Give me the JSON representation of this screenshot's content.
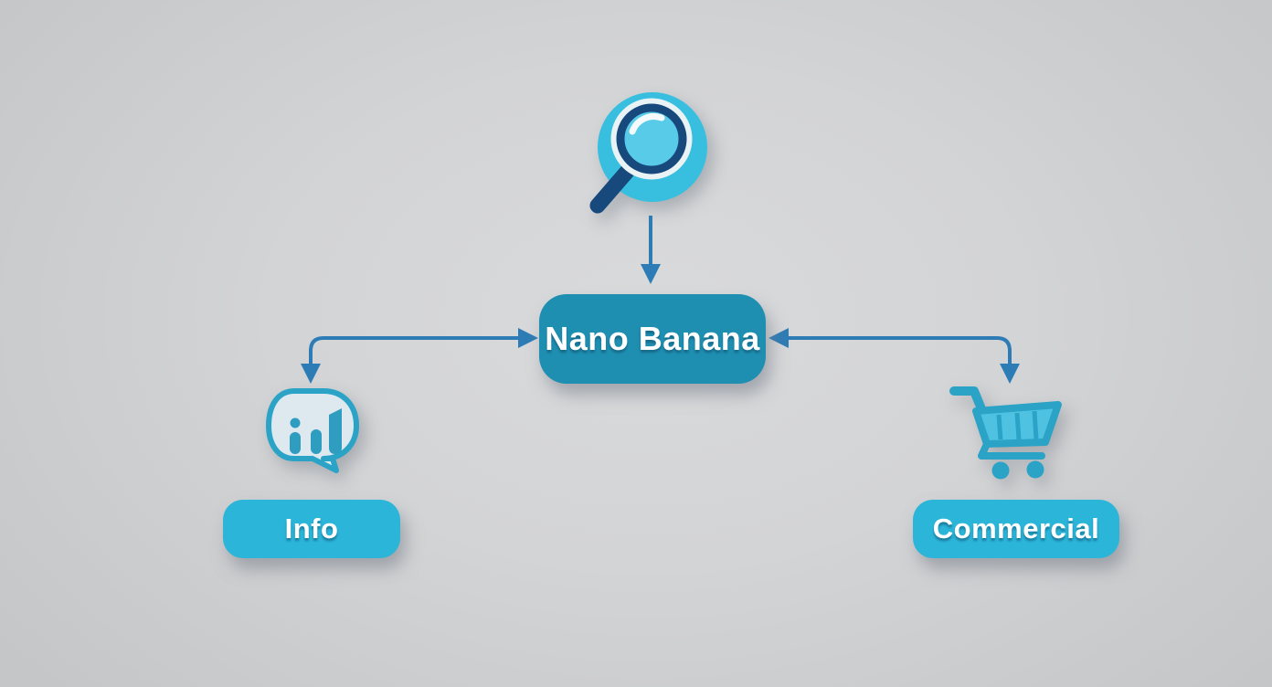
{
  "diagram": {
    "nodes": {
      "source": {
        "icon": "magnifier-icon",
        "label": ""
      },
      "center": {
        "label": "Nano Banana"
      },
      "info": {
        "label": "Info",
        "icon": "chat-analytics-icon"
      },
      "commercial": {
        "label": "Commercial",
        "icon": "shopping-cart-icon"
      }
    },
    "edges": [
      {
        "from": "magnifier-icon",
        "to": "nano-banana-box",
        "shape": "straight-down-arrow"
      },
      {
        "from": "left-elbow-corner",
        "to_right": "nano-banana-box",
        "to_down": "chat-analytics-icon",
        "shape": "elbow-double-arrow"
      },
      {
        "from": "right-elbow-corner",
        "to_left": "nano-banana-box",
        "to_down": "shopping-cart-icon",
        "shape": "elbow-double-arrow"
      }
    ],
    "colors": {
      "background_center": "#d9dadc",
      "background_edge": "#c5c6c8",
      "arrow": "#2e7cb5",
      "center_box": "#1e8fb1",
      "leaf_box": "#2ab5d9",
      "icon_circle_cyan": "#38bfdf",
      "icon_navy": "#17497d",
      "icon_teal": "#2aa3c6",
      "lens_fill": "#57cbe8",
      "basket_fill": "#4fc2e2",
      "bubble_fill": "#dde9ef",
      "label_text": "#ffffff"
    }
  }
}
